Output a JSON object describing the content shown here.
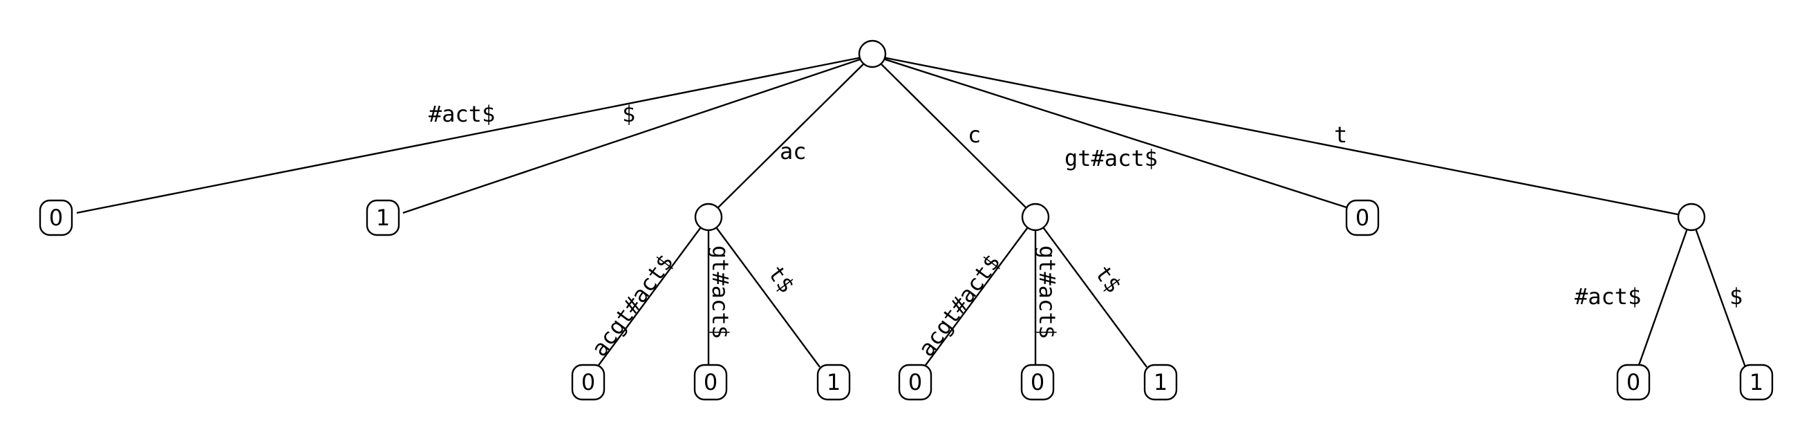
{
  "tree": {
    "root_edges": [
      {
        "id": "e-root-leaf0",
        "label": "#act$",
        "leaf": "0"
      },
      {
        "id": "e-root-leaf1",
        "label": "$",
        "leaf": "1"
      },
      {
        "id": "e-root-ac",
        "label": "ac"
      },
      {
        "id": "e-root-c",
        "label": "c"
      },
      {
        "id": "e-root-gt",
        "label": "gt#act$",
        "leaf": "0"
      },
      {
        "id": "e-root-t",
        "label": "t"
      }
    ],
    "ac_edges": [
      {
        "id": "e-ac-1",
        "label": "acgt#act$",
        "leaf": "0"
      },
      {
        "id": "e-ac-2",
        "label": "gt#act$",
        "leaf": "0"
      },
      {
        "id": "e-ac-3",
        "label": "t$",
        "leaf": "1"
      }
    ],
    "c_edges": [
      {
        "id": "e-c-1",
        "label": "acgt#act$",
        "leaf": "0"
      },
      {
        "id": "e-c-2",
        "label": "gt#act$",
        "leaf": "0"
      },
      {
        "id": "e-c-3",
        "label": "t$",
        "leaf": "1"
      }
    ],
    "t_edges": [
      {
        "id": "e-t-1",
        "label": "#act$",
        "leaf": "0"
      },
      {
        "id": "e-t-2",
        "label": "$",
        "leaf": "1"
      }
    ]
  }
}
